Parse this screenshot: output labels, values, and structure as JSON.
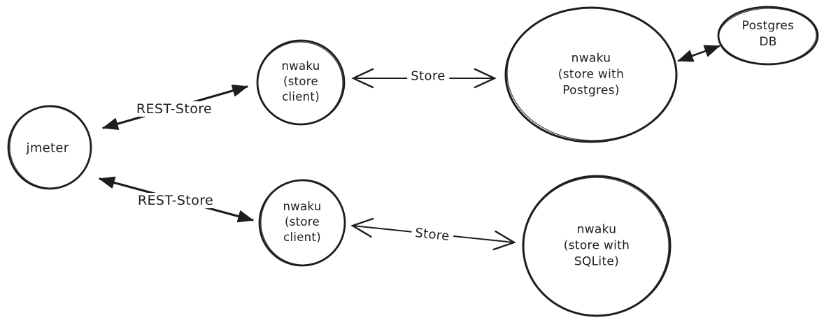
{
  "diagram": {
    "type": "architecture-sketch",
    "colors": {
      "stroke": "#1d1d1d",
      "background": "#ffffff"
    },
    "nodes": {
      "jmeter": {
        "label": "jmeter",
        "shape": "circle"
      },
      "store_client_top": {
        "label": "nwaku\n(store\nclient)",
        "shape": "circle"
      },
      "store_postgres": {
        "label": "nwaku\n(store with\nPostgres)",
        "shape": "ellipse"
      },
      "postgres_db": {
        "label": "Postgres\nDB",
        "shape": "ellipse"
      },
      "store_client_bottom": {
        "label": "nwaku\n(store\nclient)",
        "shape": "circle"
      },
      "store_sqlite": {
        "label": "nwaku\n(store with\nSQLite)",
        "shape": "circle"
      }
    },
    "edges": {
      "rest_store_top": {
        "label": "REST-Store",
        "from": "jmeter",
        "to": "store_client_top",
        "arrows": "both-filled"
      },
      "store_top": {
        "label": "Store",
        "from": "store_client_top",
        "to": "store_postgres",
        "arrows": "both-open"
      },
      "postgres_link": {
        "from": "store_postgres",
        "to": "postgres_db",
        "arrows": "both-filled"
      },
      "rest_store_bottom": {
        "label": "REST-Store",
        "from": "jmeter",
        "to": "store_client_bottom",
        "arrows": "both-filled"
      },
      "store_bottom": {
        "label": "Store",
        "from": "store_client_bottom",
        "to": "store_sqlite",
        "arrows": "both-open"
      }
    }
  }
}
